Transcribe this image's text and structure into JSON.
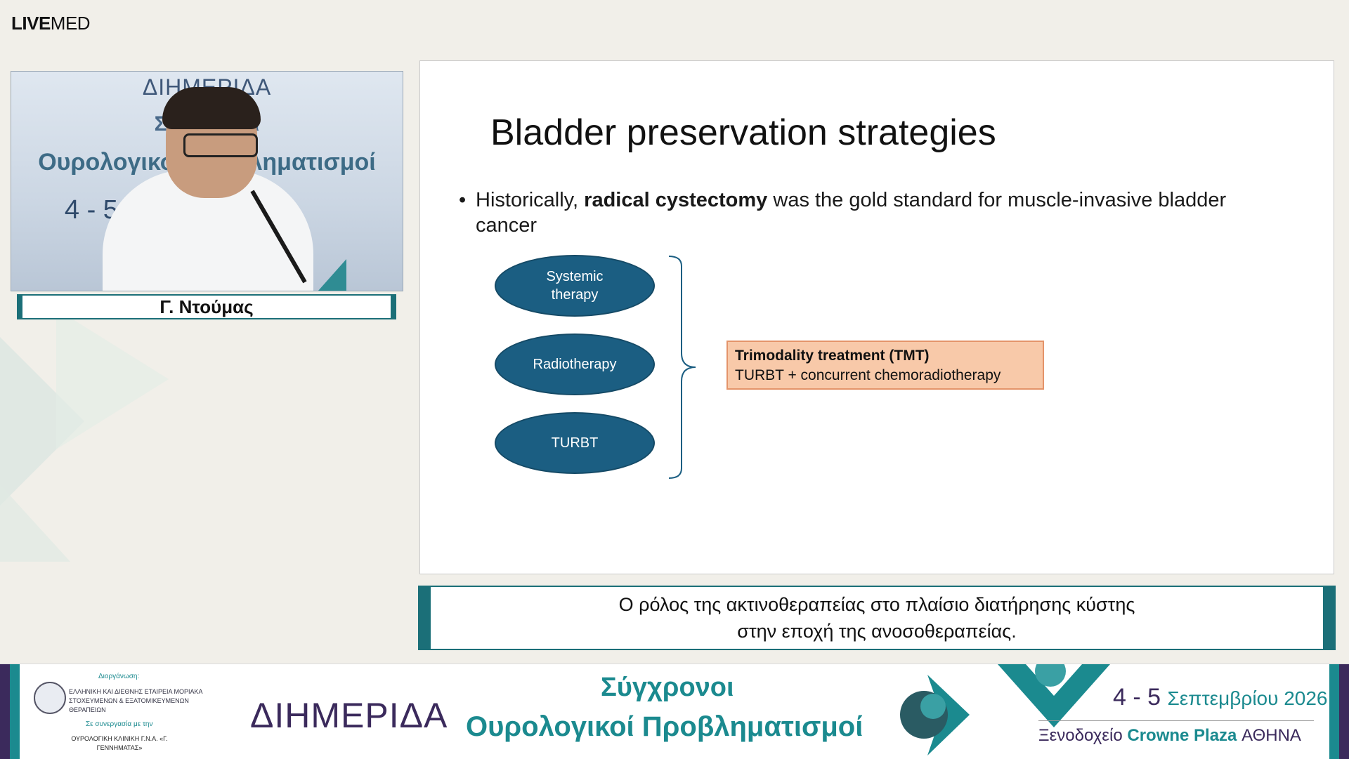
{
  "brand": {
    "logo_bold": "LIVE",
    "logo_light": "MED"
  },
  "video": {
    "backdrop_lines": [
      "ΔΙΗΜΕΡΙΔΑ",
      "Σύγχρονοι",
      "Ουρολογικοί Προβληματισμοί",
      "4 - 5 Σεπτε"
    ]
  },
  "speaker": {
    "name": "Γ. Ντούμας"
  },
  "slide": {
    "title": "Bladder preservation strategies",
    "bullet_pre": "Historically, ",
    "bullet_bold": "radical cystectomy",
    "bullet_post": " was the gold standard for muscle-invasive bladder cancer",
    "ovals": [
      "Systemic therapy",
      "Radiotherapy",
      "TURBT"
    ],
    "tmt_title": "Trimodality treatment (TMT)",
    "tmt_text": "TURBT + concurrent chemoradiotherapy"
  },
  "caption": {
    "line1": "Ο ρόλος της ακτινοθεραπείας στο πλαίσιο διατήρησης κύστης",
    "line2": "στην εποχή της ανοσοθεραπείας."
  },
  "banner": {
    "org_label": "Διοργάνωση:",
    "org_name": "ΕΛΛΗΝΙΚΗ ΚΑΙ ΔΙΕΘΝΗΣ ΕΤΑΙΡΕΙΑ ΜΟΡΙΑΚΑ ΣΤΟΧΕΥΜΕΝΩΝ & ΕΞΑΤΟΜΙΚΕΥΜΕΝΩΝ ΘΕΡΑΠΕΙΩΝ",
    "collab_label": "Σε συνεργασία με την",
    "collab_name": "ΟΥΡΟΛΟΓΙΚΗ ΚΛΙΝΙΚΗ Γ.Ν.Α. «Γ. ΓΕΝΝΗΜΑΤΑΣ»",
    "dimerida": "ΔΙΗΜΕΡΙΔΑ",
    "event_line1": "Σύγχρονοι",
    "event_line2": "Ουρολογικοί Προβληματισμοί",
    "dates": "4 - 5",
    "month_year": "Σεπτεμβρίου 2026",
    "venue_prefix": "Ξενοδοχείο ",
    "venue_bold": "Crowne Plaza",
    "venue_suffix": " ΑΘΗΝΑ"
  },
  "colors": {
    "teal": "#1b8a8f",
    "purple": "#3b2a5c",
    "oval_fill": "#1b5e82",
    "tmt_fill": "#f8c9a9"
  }
}
